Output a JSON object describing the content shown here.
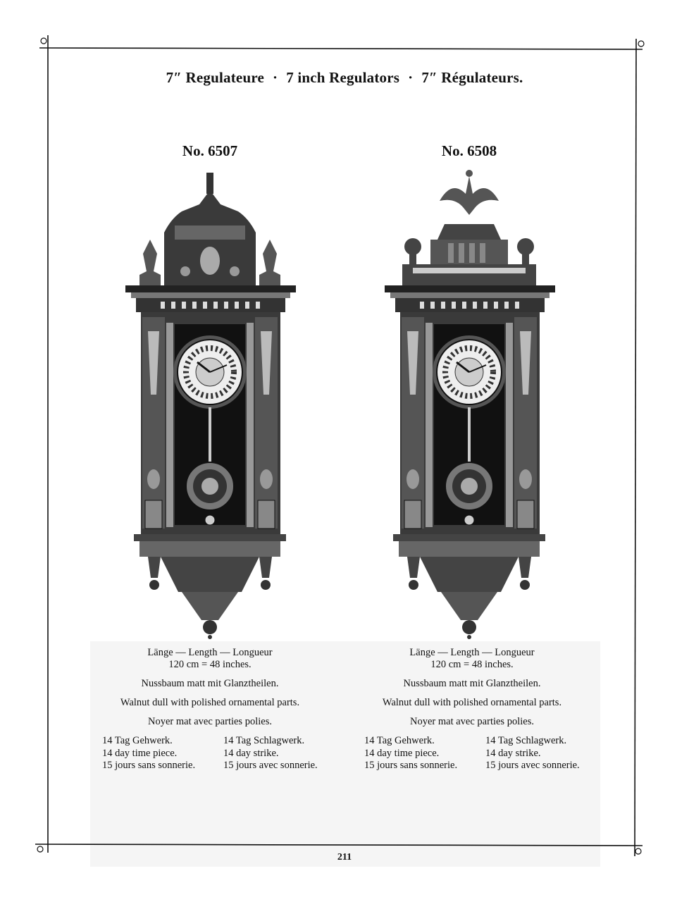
{
  "page": {
    "title_parts": [
      "7″ Regulateure",
      "7 inch Regulators",
      "7″ Régulateurs."
    ],
    "title_separator": "·",
    "page_number": "211"
  },
  "products": [
    {
      "model": "No. 6507",
      "length_label": "Länge — Length — Longueur",
      "length_value": "120 cm = 48 inches.",
      "material_de": "Nussbaum matt mit Glanztheilen.",
      "material_en": "Walnut dull with polished ornamental parts.",
      "material_fr": "Noyer mat avec parties polies.",
      "movement_left": [
        "14 Tag Gehwerk.",
        "14 day time piece.",
        "15 jours sans sonnerie."
      ],
      "movement_right": [
        "14 Tag Schlagwerk.",
        "14 day strike.",
        "15 jours avec sonnerie."
      ]
    },
    {
      "model": "No. 6508",
      "length_label": "Länge — Length — Longueur",
      "length_value": "120 cm = 48 inches.",
      "material_de": "Nussbaum matt mit Glanztheilen.",
      "material_en": "Walnut dull with polished ornamental parts.",
      "material_fr": "Noyer mat avec parties polies.",
      "movement_left": [
        "14 Tag Gehwerk.",
        "14 day time piece.",
        "15 jours sans sonnerie."
      ],
      "movement_right": [
        "14 Tag Schlagwerk.",
        "14 day strike.",
        "15 jours avec sonnerie."
      ]
    }
  ]
}
